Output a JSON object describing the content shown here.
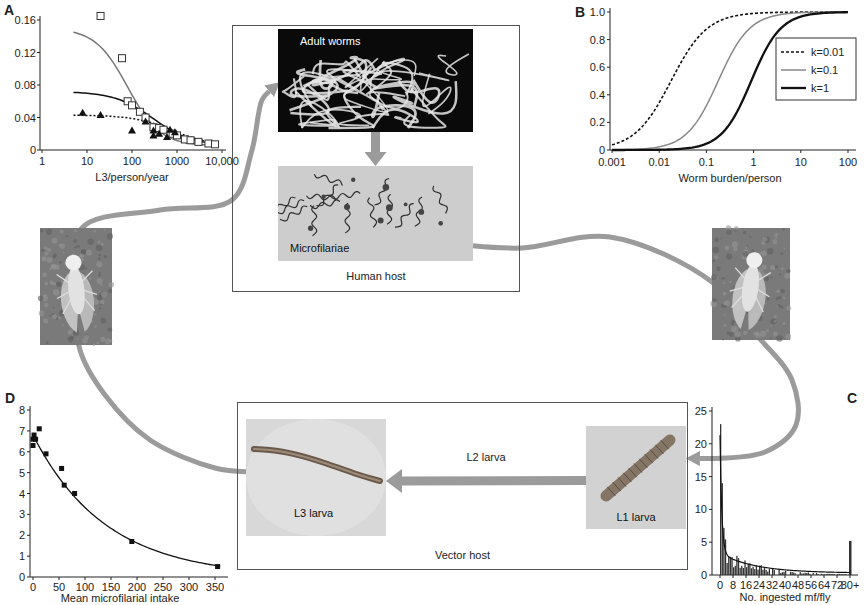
{
  "diagram": {
    "nodes": [
      {
        "text": [
          "Human host"
        ]
      },
      {
        "text": [
          "Adult worms"
        ],
        "in": 0
      },
      {
        "text": [
          "Microfilariae"
        ],
        "in": 0
      },
      {
        "text": [
          "Vector host"
        ]
      },
      {
        "text": [
          "L3 larva"
        ],
        "in": 3
      },
      {
        "text": [
          "L1 larva"
        ],
        "in": 3
      }
    ],
    "edges": [
      {
        "from": 1,
        "to": 2,
        "arrow": "to"
      },
      {
        "from": 2,
        "to": 5,
        "arrow": "to"
      },
      {
        "from": 5,
        "to": 4,
        "label": "L2 larva",
        "arrow": "to"
      },
      {
        "from": 4,
        "to": 1,
        "arrow": "to"
      }
    ],
    "labels": [
      "A",
      "0.16",
      "0.12",
      "0.08",
      "0.04",
      "0",
      "1",
      "10",
      "100",
      "1000",
      "10,000",
      "L3/person/year",
      "B",
      "1.0",
      "0.8",
      "0.6",
      "0.4",
      "0.2",
      "0",
      "0.001",
      "0.01",
      "0.1",
      "1",
      "10",
      "100",
      "Worm burden/person",
      "C",
      "25",
      "20",
      "15",
      "10",
      "5",
      "0",
      "0",
      "8",
      "16",
      "24",
      "32",
      "40",
      "48",
      "56",
      "64",
      "72",
      "80+",
      "No. ingested mf/fly",
      "D",
      "8",
      "7",
      "6",
      "5",
      "4",
      "3",
      "2",
      "1",
      "0",
      "0",
      "50",
      "100",
      "150",
      "200",
      "250",
      "300",
      "350",
      "Mean microfilarial intake"
    ],
    "legend": [
      {
        "text": "k=0.01"
      },
      {
        "text": "k=0.1"
      },
      {
        "text": "k=1"
      }
    ]
  }
}
